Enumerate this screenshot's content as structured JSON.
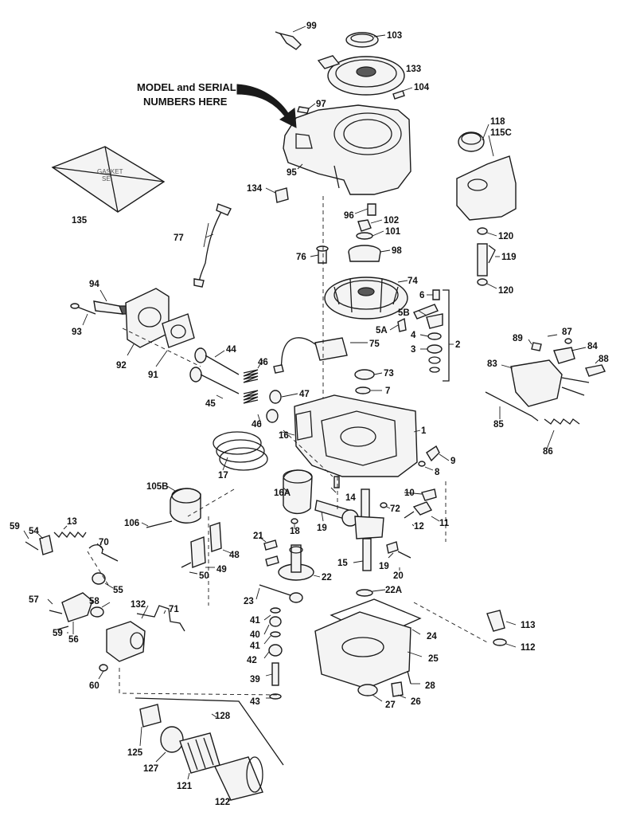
{
  "note": {
    "line1": "MODEL and SERIAL",
    "line2": "NUMBERS HERE"
  },
  "package_text": {
    "line1": "GASKET",
    "line2": "SE"
  },
  "parts": {
    "p99": "99",
    "p103": "103",
    "p133": "133",
    "p104": "104",
    "p97": "97",
    "p95": "95",
    "p134": "134",
    "p96": "96",
    "p135": "135",
    "p102": "102",
    "p101": "101",
    "p98": "98",
    "p77": "77",
    "p76": "76",
    "p74": "74",
    "p6": "6",
    "p5B": "5B",
    "p5A": "5A",
    "p4": "4",
    "p3": "3",
    "p2": "2",
    "p94": "94",
    "p93": "93",
    "p92": "92",
    "p91": "91",
    "p44": "44",
    "p75": "75",
    "p73": "73",
    "p7": "7",
    "p46a": "46",
    "p47": "47",
    "p45": "45",
    "p46b": "46",
    "p16": "16",
    "p1": "1",
    "p9": "9",
    "p8": "8",
    "p118": "118",
    "p115C": "115C",
    "p120a": "120",
    "p119": "119",
    "p120b": "120",
    "p87": "87",
    "p89": "89",
    "p84": "84",
    "p88": "88",
    "p83": "83",
    "p85": "85",
    "p86": "86",
    "p17": "17",
    "p105B": "105B",
    "p106": "106",
    "p16A": "16A",
    "p18": "18",
    "p14": "14",
    "p19a": "19",
    "p10": "10",
    "p72": "72",
    "p12": "12",
    "p11": "11",
    "p59a": "59",
    "p54": "54",
    "p13": "13",
    "p70": "70",
    "p48": "48",
    "p49": "49",
    "p50": "50",
    "p21": "21",
    "p15": "15",
    "p19b": "19",
    "p20": "20",
    "p55": "55",
    "p22": "22",
    "p22A": "22A",
    "p23": "23",
    "p57": "57",
    "p58": "58",
    "p132": "132",
    "p71": "71",
    "p59b": "59",
    "p56": "56",
    "p41a": "41",
    "p40": "40",
    "p41b": "41",
    "p42": "42",
    "p24": "24",
    "p25": "25",
    "p113": "113",
    "p112": "112",
    "p60": "60",
    "p39": "39",
    "p43": "43",
    "p28": "28",
    "p27": "27",
    "p26": "26",
    "p128": "128",
    "p125": "125",
    "p127": "127",
    "p121": "121",
    "p122": "122"
  }
}
